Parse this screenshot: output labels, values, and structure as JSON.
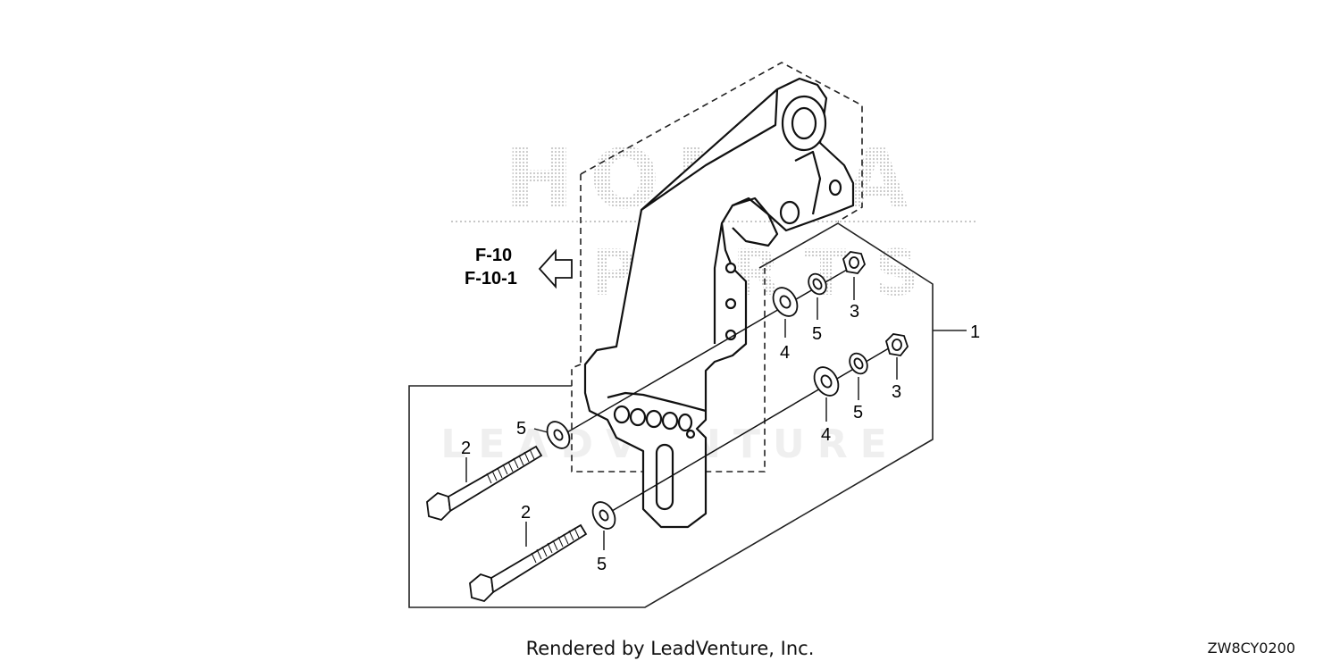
{
  "watermark": {
    "brand_line1": "HONDA",
    "brand_line2": "PARTS",
    "brand_line3": "LEADVENTURE"
  },
  "references": {
    "ref_a": "F-10",
    "ref_b": "F-10-1"
  },
  "callouts": [
    {
      "id": "bracket",
      "label": "1"
    },
    {
      "id": "bolt-upper",
      "label": "2"
    },
    {
      "id": "bolt-lower",
      "label": "2"
    },
    {
      "id": "nut-upper",
      "label": "3"
    },
    {
      "id": "nut-lower",
      "label": "3"
    },
    {
      "id": "washer-upper",
      "label": "4"
    },
    {
      "id": "washer-lower",
      "label": "4"
    },
    {
      "id": "lockwasher-upper",
      "label": "5"
    },
    {
      "id": "lockwasher-lower",
      "label": "5"
    },
    {
      "id": "washer-bolt-upper",
      "label": "5"
    },
    {
      "id": "washer-bolt-lower",
      "label": "5"
    }
  ],
  "footer": {
    "credit": "Rendered by LeadVenture, Inc.",
    "diagram_code": "ZW8CY0200"
  },
  "colors": {
    "line": "#111111",
    "watermark": "#c8c8c8"
  }
}
